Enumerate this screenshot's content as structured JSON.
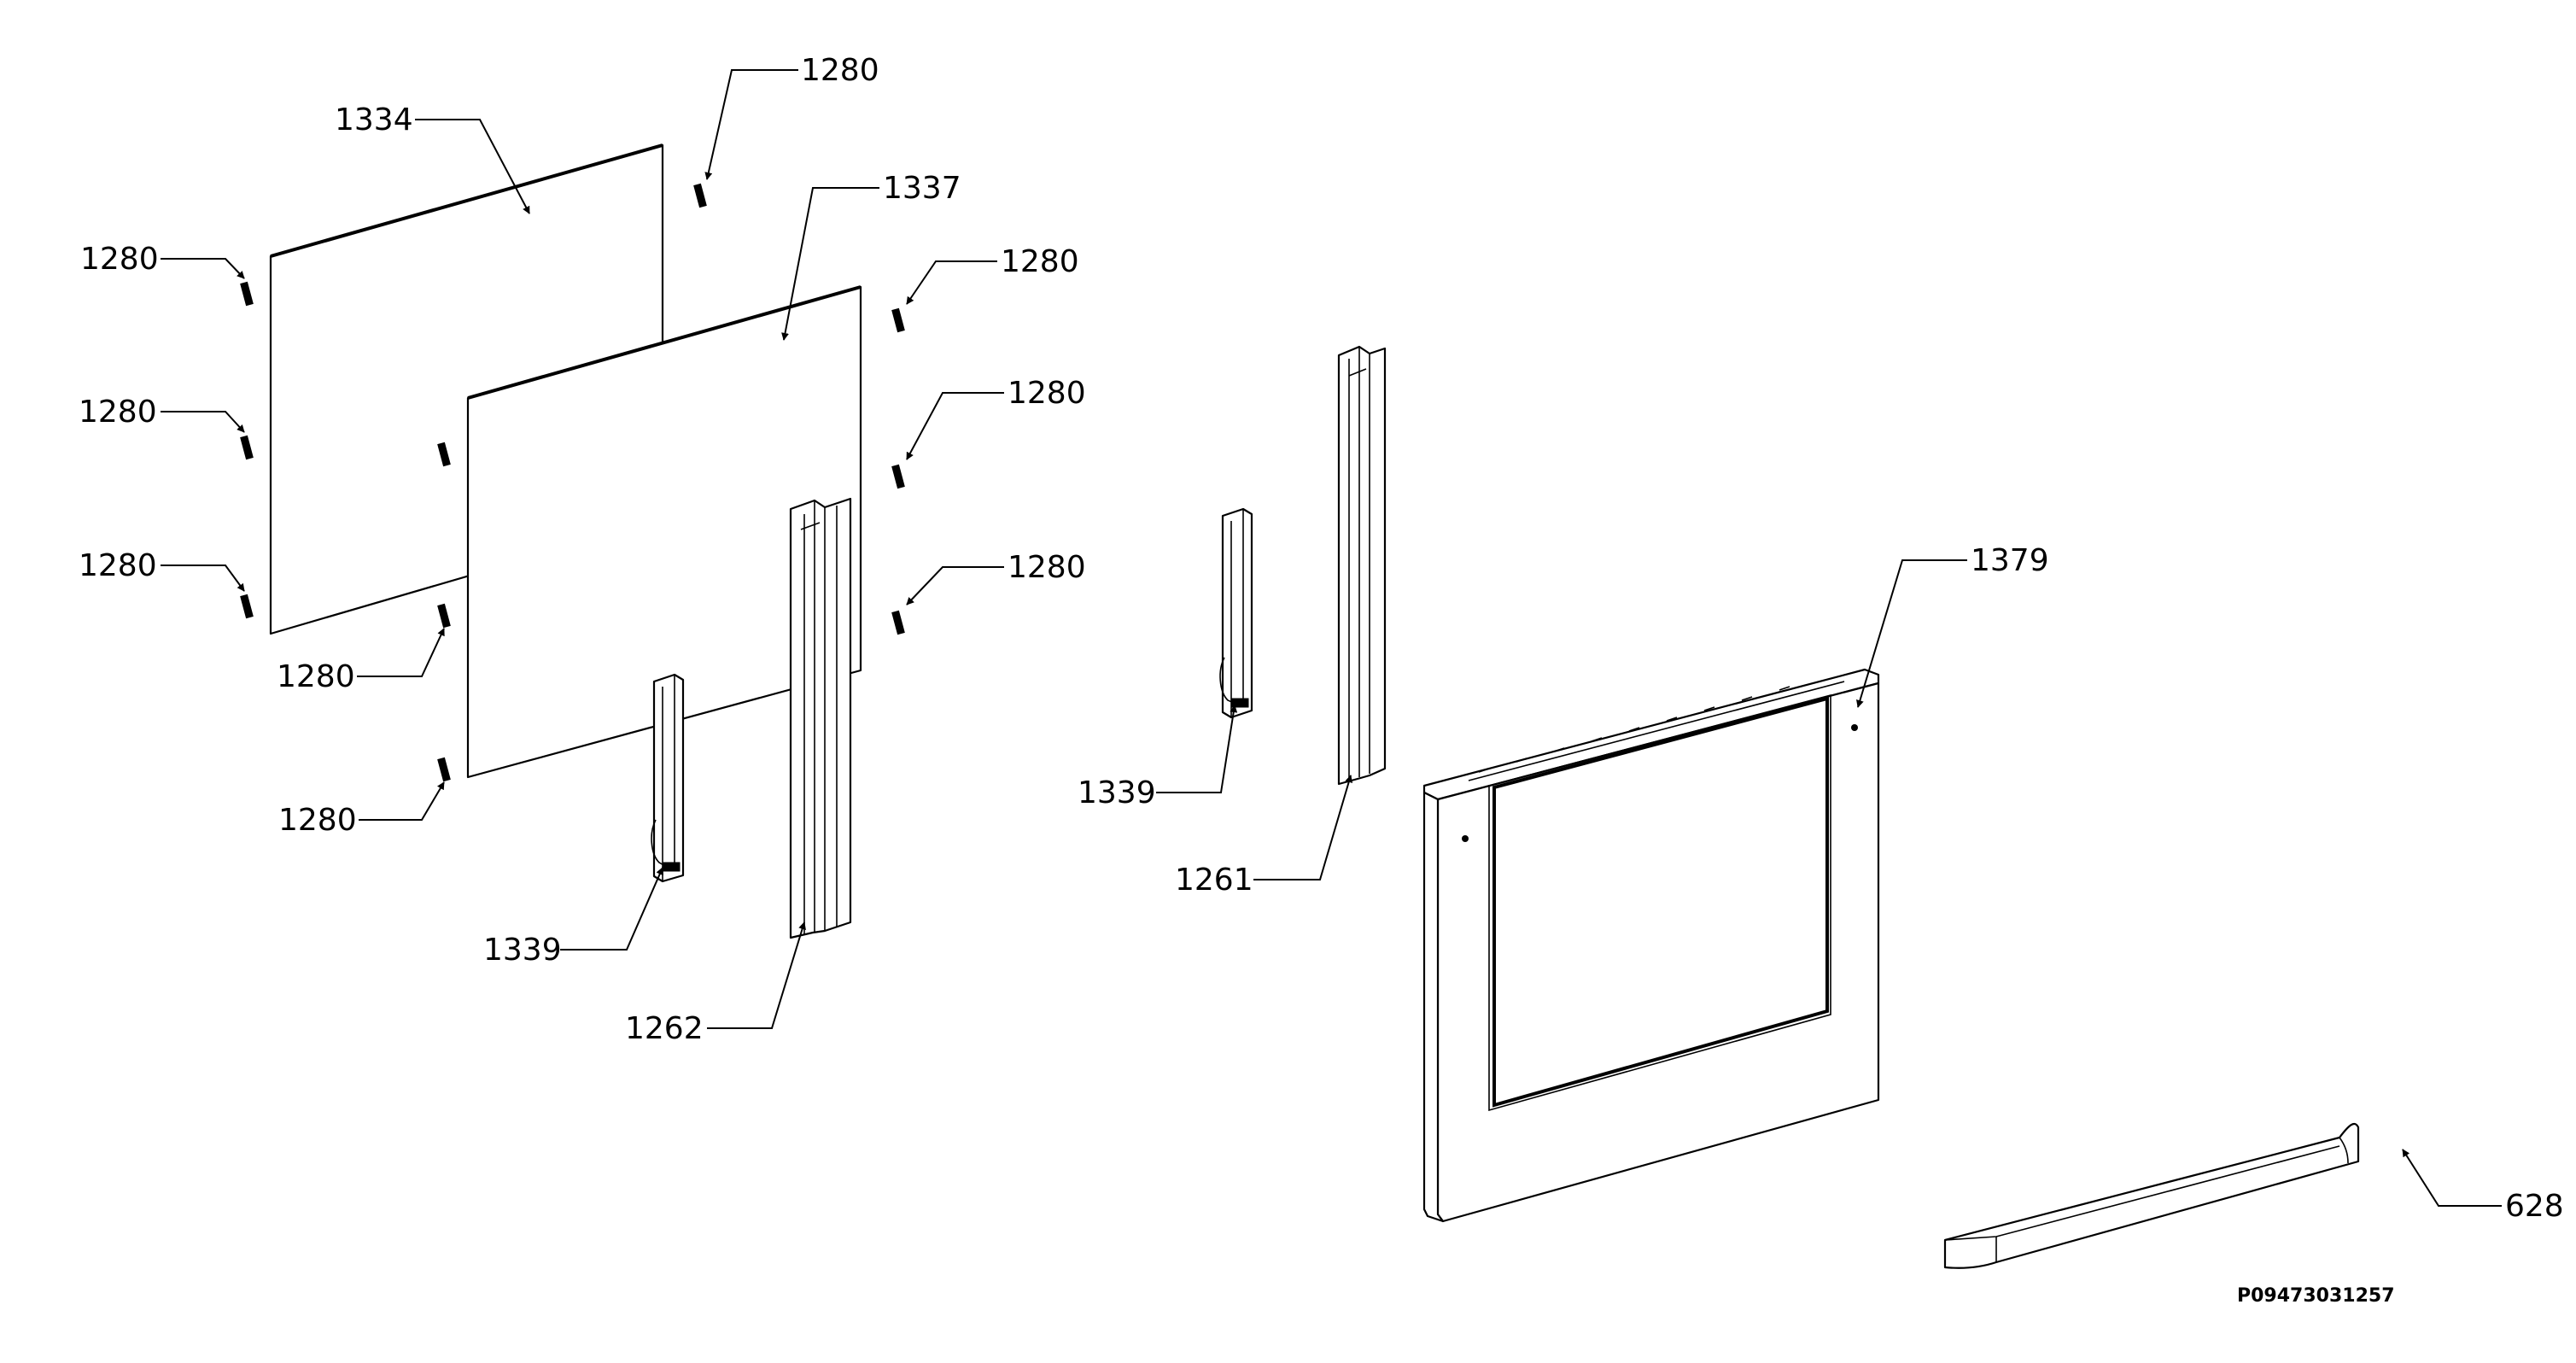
{
  "callouts": {
    "c1280_top": "1280",
    "c1334": "1334",
    "c1337": "1337",
    "c1280_left1": "1280",
    "c1280_left2": "1280",
    "c1280_left3": "1280",
    "c1280_right1": "1280",
    "c1280_right2": "1280",
    "c1280_right3": "1280",
    "c1280_mid1": "1280",
    "c1280_mid2": "1280",
    "c1339_a": "1339",
    "c1262": "1262",
    "c1339_b": "1339",
    "c1261": "1261",
    "c1379": "1379",
    "c628": "628"
  },
  "drawing_code": "P09473031257"
}
